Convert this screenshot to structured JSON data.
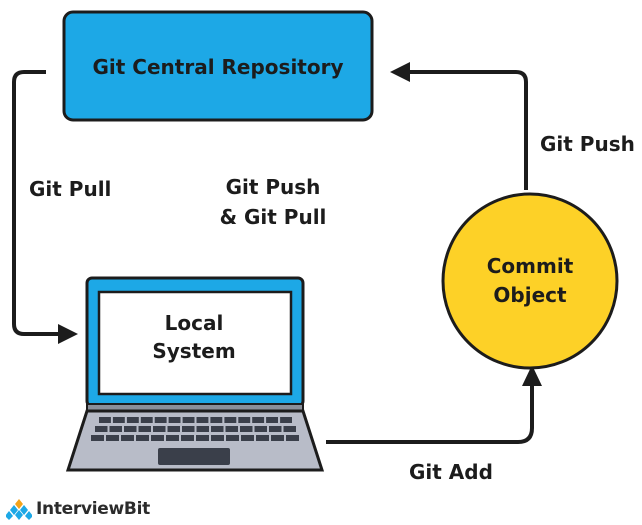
{
  "diagram": {
    "repository": {
      "label": "Git Central Repository",
      "color": "#1da8e6"
    },
    "commit": {
      "lines": [
        "Commit",
        "Object"
      ],
      "color": "#fdd127"
    },
    "local": {
      "lines": [
        "Local",
        "System"
      ],
      "screen_color": "#1da8e6",
      "body_color": "#b8bcc8"
    },
    "edges": {
      "pull": "Git Pull",
      "push_pull": [
        "Git Push",
        "& Git Pull"
      ],
      "push": "Git Push",
      "add": "Git Add"
    }
  },
  "logo": {
    "text": "InterviewBit"
  }
}
